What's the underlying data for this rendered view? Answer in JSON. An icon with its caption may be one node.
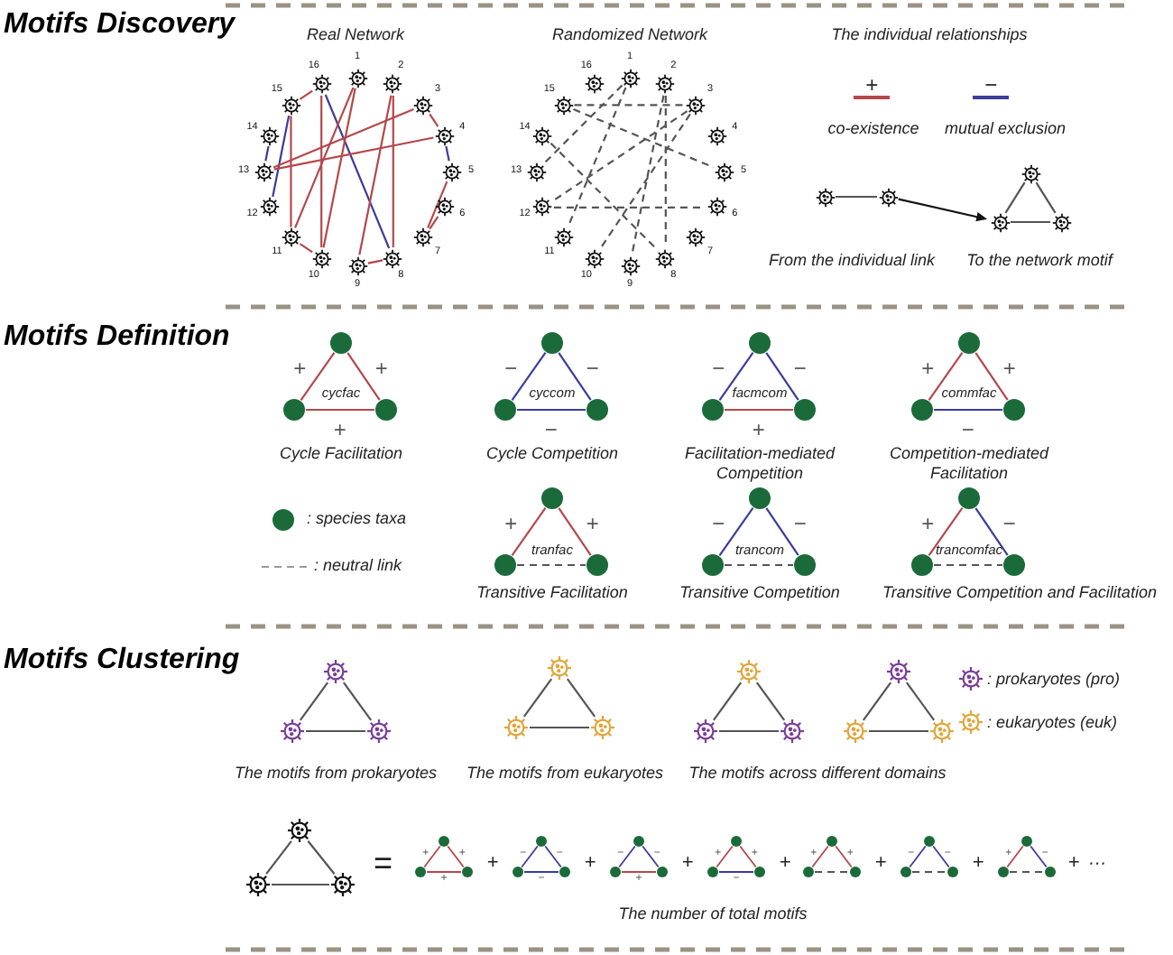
{
  "diagram": {
    "nodes": [
      {
        "text": [],
        "shape": "picture",
        "beside": [
          "1"
        ]
      },
      {
        "text": [],
        "shape": "picture",
        "beside": [
          "2"
        ]
      },
      {
        "text": [],
        "shape": "picture",
        "beside": [
          "3"
        ]
      },
      {
        "text": [],
        "shape": "picture",
        "beside": [
          "4"
        ]
      },
      {
        "text": [],
        "shape": "picture",
        "beside": [
          "5"
        ]
      },
      {
        "text": [],
        "shape": "picture",
        "beside": [
          "6"
        ]
      },
      {
        "text": [],
        "shape": "picture",
        "beside": [
          "7"
        ]
      },
      {
        "text": [],
        "shape": "picture",
        "beside": [
          "8"
        ]
      },
      {
        "text": [],
        "shape": "picture",
        "beside": [
          "9"
        ]
      },
      {
        "text": [],
        "shape": "picture",
        "beside": [
          "10"
        ]
      },
      {
        "text": [],
        "shape": "picture",
        "beside": [
          "11"
        ]
      },
      {
        "text": [],
        "shape": "picture",
        "beside": [
          "12"
        ]
      },
      {
        "text": [],
        "shape": "picture",
        "beside": [
          "13"
        ]
      },
      {
        "text": [],
        "shape": "picture",
        "beside": [
          "14"
        ]
      },
      {
        "text": [],
        "shape": "picture",
        "beside": [
          "15"
        ]
      },
      {
        "text": [],
        "shape": "picture",
        "beside": [
          "16"
        ]
      },
      {
        "text": [],
        "shape": "picture",
        "beside": [
          "1"
        ]
      },
      {
        "text": [],
        "shape": "picture",
        "beside": [
          "2"
        ]
      },
      {
        "text": [],
        "shape": "picture",
        "beside": [
          "3"
        ]
      },
      {
        "text": [],
        "shape": "picture",
        "beside": [
          "4"
        ]
      },
      {
        "text": [],
        "shape": "picture",
        "beside": [
          "5"
        ]
      },
      {
        "text": [],
        "shape": "picture",
        "beside": [
          "6"
        ]
      },
      {
        "text": [],
        "shape": "picture",
        "beside": [
          "7"
        ]
      },
      {
        "text": [],
        "shape": "picture",
        "beside": [
          "8"
        ]
      },
      {
        "text": [],
        "shape": "picture",
        "beside": [
          "9"
        ]
      },
      {
        "text": [],
        "shape": "picture",
        "beside": [
          "10"
        ]
      },
      {
        "text": [],
        "shape": "picture",
        "beside": [
          "11"
        ]
      },
      {
        "text": [],
        "shape": "picture",
        "beside": [
          "12"
        ]
      },
      {
        "text": [],
        "shape": "picture",
        "beside": [
          "13"
        ]
      },
      {
        "text": [],
        "shape": "picture",
        "beside": [
          "14"
        ]
      },
      {
        "text": [],
        "shape": "picture",
        "beside": [
          "15"
        ]
      },
      {
        "text": [],
        "shape": "picture",
        "beside": [
          "16"
        ]
      },
      {
        "text": [],
        "shape": "picture"
      },
      {
        "text": [],
        "shape": "picture"
      },
      {
        "text": [],
        "shape": "picture"
      },
      {
        "text": [],
        "shape": "picture"
      },
      {
        "text": [],
        "shape": "picture"
      },
      {
        "text": [],
        "shape": "circle"
      },
      {
        "text": [],
        "shape": "circle"
      },
      {
        "text": [],
        "shape": "circle"
      },
      {
        "text": [],
        "shape": "circle"
      },
      {
        "text": [],
        "shape": "circle"
      },
      {
        "text": [],
        "shape": "circle"
      },
      {
        "text": [],
        "shape": "circle"
      },
      {
        "text": [],
        "shape": "circle"
      },
      {
        "text": [],
        "shape": "circle"
      },
      {
        "text": [],
        "shape": "circle"
      },
      {
        "text": [],
        "shape": "circle"
      },
      {
        "text": [],
        "shape": "circle"
      },
      {
        "text": [],
        "shape": "circle"
      },
      {
        "text": [],
        "shape": "circle"
      },
      {
        "text": [],
        "shape": "circle"
      },
      {
        "text": [],
        "shape": "circle"
      },
      {
        "text": [],
        "shape": "circle"
      },
      {
        "text": [],
        "shape": "circle"
      },
      {
        "text": [],
        "shape": "circle"
      },
      {
        "text": [],
        "shape": "circle"
      },
      {
        "text": [],
        "shape": "circle"
      },
      {
        "text": [],
        "shape": "picture"
      },
      {
        "text": [],
        "shape": "picture"
      },
      {
        "text": [],
        "shape": "picture"
      },
      {
        "text": [],
        "shape": "picture"
      },
      {
        "text": [],
        "shape": "picture"
      },
      {
        "text": [],
        "shape": "picture"
      },
      {
        "text": [],
        "shape": "picture"
      },
      {
        "text": [],
        "shape": "picture"
      },
      {
        "text": [],
        "shape": "picture"
      },
      {
        "text": [],
        "shape": "picture"
      },
      {
        "text": [],
        "shape": "picture"
      },
      {
        "text": [],
        "shape": "picture"
      },
      {
        "text": [],
        "shape": "picture"
      },
      {
        "text": [],
        "shape": "picture"
      },
      {
        "text": [],
        "shape": "picture"
      },
      {
        "text": [],
        "shape": "circle"
      },
      {
        "text": [],
        "shape": "circle"
      },
      {
        "text": [],
        "shape": "circle"
      },
      {
        "text": [],
        "shape": "circle"
      },
      {
        "text": [],
        "shape": "circle"
      },
      {
        "text": [],
        "shape": "circle"
      },
      {
        "text": [],
        "shape": "circle"
      },
      {
        "text": [],
        "shape": "circle"
      },
      {
        "text": [],
        "shape": "circle"
      },
      {
        "text": [],
        "shape": "circle"
      },
      {
        "text": [],
        "shape": "circle"
      },
      {
        "text": [],
        "shape": "circle"
      },
      {
        "text": [],
        "shape": "circle"
      },
      {
        "text": [],
        "shape": "circle"
      },
      {
        "text": [],
        "shape": "circle"
      },
      {
        "text": [],
        "shape": "circle"
      },
      {
        "text": [],
        "shape": "circle"
      },
      {
        "text": [],
        "shape": "circle"
      },
      {
        "text": [],
        "shape": "circle"
      },
      {
        "text": [],
        "shape": "circle"
      },
      {
        "text": [],
        "shape": "circle"
      }
    ],
    "edges": [
      {
        "from": 15,
        "to": 14,
        "arrow": "none",
        "color": "#b5474b"
      },
      {
        "from": 15,
        "to": 7,
        "arrow": "none",
        "color": "#3c3c9c"
      },
      {
        "from": 15,
        "to": 9,
        "arrow": "none",
        "color": "#b5474b"
      },
      {
        "from": 14,
        "to": 10,
        "arrow": "none",
        "color": "#b5474b"
      },
      {
        "from": 14,
        "to": 11,
        "arrow": "none",
        "color": "#3c3c9c"
      },
      {
        "from": 13,
        "to": 12,
        "arrow": "none",
        "color": "#3c3c9c"
      },
      {
        "from": 0,
        "to": 10,
        "arrow": "none",
        "color": "#b5474b"
      },
      {
        "from": 0,
        "to": 9,
        "arrow": "none",
        "color": "#b5474b"
      },
      {
        "from": 1,
        "to": 8,
        "arrow": "none",
        "color": "#b5474b"
      },
      {
        "from": 1,
        "to": 7,
        "arrow": "none",
        "color": "#b5474b"
      },
      {
        "from": 2,
        "to": 12,
        "arrow": "none",
        "color": "#b5474b"
      },
      {
        "from": 3,
        "to": 12,
        "arrow": "none",
        "color": "#b5474b"
      },
      {
        "from": 2,
        "to": 3,
        "arrow": "none",
        "color": "#b5474b"
      },
      {
        "from": 3,
        "to": 4,
        "arrow": "none",
        "color": "#3c3c9c"
      },
      {
        "from": 4,
        "to": 6,
        "arrow": "none",
        "color": "#b5474b"
      },
      {
        "from": 5,
        "to": 6,
        "arrow": "none",
        "color": "#b5474b"
      },
      {
        "from": 10,
        "to": 9,
        "arrow": "none",
        "color": "#b5474b"
      },
      {
        "from": 8,
        "to": 7,
        "arrow": "none",
        "color": "#b5474b"
      },
      {
        "from": 30,
        "to": 18,
        "arrow": "none",
        "style": "dashed"
      },
      {
        "from": 30,
        "to": 20,
        "arrow": "none",
        "style": "dashed"
      },
      {
        "from": 16,
        "to": 28,
        "arrow": "none",
        "style": "dashed"
      },
      {
        "from": 16,
        "to": 26,
        "arrow": "none",
        "style": "dashed"
      },
      {
        "from": 17,
        "to": 23,
        "arrow": "none",
        "style": "dashed"
      },
      {
        "from": 17,
        "to": 24,
        "arrow": "none",
        "style": "dashed"
      },
      {
        "from": 18,
        "to": 27,
        "arrow": "none",
        "style": "dashed"
      },
      {
        "from": 18,
        "to": 25,
        "arrow": "none",
        "style": "dashed"
      },
      {
        "from": 29,
        "to": 23,
        "arrow": "none",
        "style": "dashed"
      },
      {
        "from": 27,
        "to": 21,
        "arrow": "none",
        "style": "dashed"
      },
      {
        "from": 32,
        "to": 33,
        "arrow": "none"
      },
      {
        "from": 33,
        "to": 35,
        "arrow": "to",
        "color": "#111111"
      },
      {
        "from": 34,
        "to": 35,
        "arrow": "none"
      },
      {
        "from": 34,
        "to": 36,
        "arrow": "none"
      },
      {
        "from": 35,
        "to": 36,
        "arrow": "none"
      },
      {
        "from": 37,
        "to": 38,
        "arrow": "none",
        "label": "+",
        "color": "#b5474b"
      },
      {
        "from": 37,
        "to": 39,
        "arrow": "none",
        "label": "+",
        "color": "#b5474b"
      },
      {
        "from": 38,
        "to": 39,
        "arrow": "none",
        "label": "+",
        "color": "#b5474b"
      },
      {
        "from": 40,
        "to": 41,
        "arrow": "none",
        "label": "−",
        "color": "#3c3c9c"
      },
      {
        "from": 40,
        "to": 42,
        "arrow": "none",
        "label": "−",
        "color": "#3c3c9c"
      },
      {
        "from": 41,
        "to": 42,
        "arrow": "none",
        "label": "−",
        "color": "#3c3c9c"
      },
      {
        "from": 43,
        "to": 44,
        "arrow": "none",
        "label": "−",
        "color": "#3c3c9c"
      },
      {
        "from": 43,
        "to": 45,
        "arrow": "none",
        "label": "−",
        "color": "#3c3c9c"
      },
      {
        "from": 44,
        "to": 45,
        "arrow": "none",
        "label": "+",
        "color": "#b5474b"
      },
      {
        "from": 46,
        "to": 47,
        "arrow": "none",
        "label": "+",
        "color": "#b5474b"
      },
      {
        "from": 46,
        "to": 48,
        "arrow": "none",
        "label": "+",
        "color": "#b5474b"
      },
      {
        "from": 47,
        "to": 48,
        "arrow": "none",
        "label": "−",
        "color": "#3c3c9c"
      },
      {
        "from": 49,
        "to": 50,
        "arrow": "none",
        "label": "+",
        "color": "#b5474b"
      },
      {
        "from": 49,
        "to": 51,
        "arrow": "none",
        "label": "+",
        "color": "#b5474b"
      },
      {
        "from": 50,
        "to": 51,
        "arrow": "none",
        "style": "dashed"
      },
      {
        "from": 52,
        "to": 53,
        "arrow": "none",
        "label": "−",
        "color": "#3c3c9c"
      },
      {
        "from": 52,
        "to": 54,
        "arrow": "none",
        "label": "−",
        "color": "#3c3c9c"
      },
      {
        "from": 53,
        "to": 54,
        "arrow": "none",
        "style": "dashed"
      },
      {
        "from": 55,
        "to": 56,
        "arrow": "none",
        "label": "+",
        "color": "#b5474b"
      },
      {
        "from": 55,
        "to": 57,
        "arrow": "none",
        "label": "−",
        "color": "#3c3c9c"
      },
      {
        "from": 56,
        "to": 57,
        "arrow": "none",
        "style": "dashed"
      },
      {
        "from": 58,
        "to": 59,
        "arrow": "none"
      },
      {
        "from": 58,
        "to": 60,
        "arrow": "none"
      },
      {
        "from": 59,
        "to": 60,
        "arrow": "none"
      },
      {
        "from": 61,
        "to": 62,
        "arrow": "none"
      },
      {
        "from": 61,
        "to": 63,
        "arrow": "none"
      },
      {
        "from": 62,
        "to": 63,
        "arrow": "none"
      },
      {
        "from": 64,
        "to": 65,
        "arrow": "none"
      },
      {
        "from": 64,
        "to": 66,
        "arrow": "none"
      },
      {
        "from": 65,
        "to": 66,
        "arrow": "none"
      },
      {
        "from": 67,
        "to": 68,
        "arrow": "none"
      },
      {
        "from": 67,
        "to": 69,
        "arrow": "none"
      },
      {
        "from": 68,
        "to": 69,
        "arrow": "none"
      },
      {
        "from": 70,
        "to": 71,
        "arrow": "none"
      },
      {
        "from": 70,
        "to": 72,
        "arrow": "none"
      },
      {
        "from": 71,
        "to": 72,
        "arrow": "none"
      },
      {
        "from": 73,
        "to": 74,
        "arrow": "none",
        "label": "+",
        "color": "#b5474b"
      },
      {
        "from": 73,
        "to": 75,
        "arrow": "none",
        "label": "+",
        "color": "#b5474b"
      },
      {
        "from": 74,
        "to": 75,
        "arrow": "none",
        "label": "+",
        "color": "#b5474b"
      },
      {
        "from": 76,
        "to": 77,
        "arrow": "none",
        "label": "−",
        "color": "#3c3c9c"
      },
      {
        "from": 76,
        "to": 78,
        "arrow": "none",
        "label": "−",
        "color": "#3c3c9c"
      },
      {
        "from": 77,
        "to": 78,
        "arrow": "none",
        "label": "−",
        "color": "#3c3c9c"
      },
      {
        "from": 79,
        "to": 80,
        "arrow": "none",
        "label": "−",
        "color": "#3c3c9c"
      },
      {
        "from": 79,
        "to": 81,
        "arrow": "none",
        "label": "−",
        "color": "#3c3c9c"
      },
      {
        "from": 80,
        "to": 81,
        "arrow": "none",
        "label": "+",
        "color": "#b5474b"
      },
      {
        "from": 82,
        "to": 83,
        "arrow": "none",
        "label": "+",
        "color": "#b5474b"
      },
      {
        "from": 82,
        "to": 84,
        "arrow": "none",
        "label": "+",
        "color": "#b5474b"
      },
      {
        "from": 83,
        "to": 84,
        "arrow": "none",
        "label": "−",
        "color": "#3c3c9c"
      },
      {
        "from": 85,
        "to": 86,
        "arrow": "none",
        "label": "+",
        "color": "#b5474b"
      },
      {
        "from": 85,
        "to": 87,
        "arrow": "none",
        "label": "+",
        "color": "#b5474b"
      },
      {
        "from": 86,
        "to": 87,
        "arrow": "none",
        "style": "dashed"
      },
      {
        "from": 88,
        "to": 89,
        "arrow": "none",
        "label": "−",
        "color": "#3c3c9c"
      },
      {
        "from": 88,
        "to": 90,
        "arrow": "none",
        "label": "−",
        "color": "#3c3c9c"
      },
      {
        "from": 89,
        "to": 90,
        "arrow": "none",
        "style": "dashed"
      },
      {
        "from": 91,
        "to": 92,
        "arrow": "none",
        "label": "+",
        "color": "#b5474b"
      },
      {
        "from": 91,
        "to": 93,
        "arrow": "none",
        "label": "−",
        "color": "#3c3c9c"
      },
      {
        "from": 92,
        "to": 93,
        "arrow": "none",
        "style": "dashed"
      }
    ],
    "labels": [
      "Motifs Discovery",
      "Real Network",
      "Randomized Network",
      "The individual relationships",
      "+",
      "−",
      "co-existence",
      "mutual exclusion",
      "From the individual link",
      "To the network motif",
      "Motifs Definition",
      "cycfac",
      "Cycle Facilitation",
      "cyccom",
      "Cycle Competition",
      "facmcom",
      "Facilitation-mediated Competition",
      "commfac",
      "Competition-mediated Facilitation",
      "tranfac",
      "Transitive Facilitation",
      "trancom",
      "Transitive Competition",
      "trancomfac",
      "Transitive Competition and Facilitation",
      "Motifs Clustering",
      "The motifs from prokaryotes",
      "The motifs from eukaryotes",
      "The motifs across different domains",
      "=",
      "+",
      "+",
      "+",
      "+",
      "+",
      "+",
      "+",
      "···",
      "The number of total motifs"
    ],
    "legend": [
      {
        "text": ": species taxa",
        "color": "#1b6b3a"
      },
      {
        "text": ": neutral link"
      },
      {
        "text": ": prokaryotes (pro)",
        "color": "#7b3d99"
      },
      {
        "text": ": eukaryotes (euk)",
        "color": "#e2a53a"
      }
    ]
  }
}
